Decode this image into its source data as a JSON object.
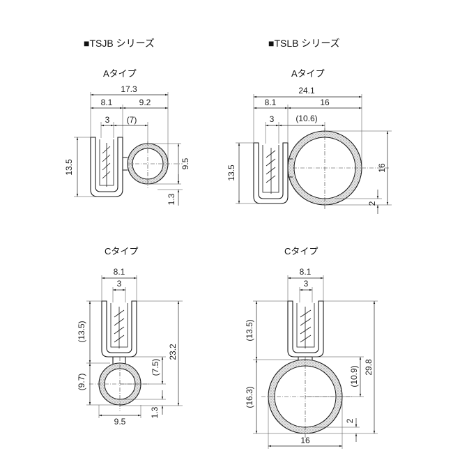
{
  "series": {
    "left": "■TSJB シリーズ",
    "right": "■TSLB シリーズ"
  },
  "panels": {
    "tsjb_a": {
      "title": "Aタイプ",
      "dims": {
        "total_w": "17.3",
        "w_left": "8.1",
        "w_right": "9.2",
        "slot": "3",
        "bulb_off": "(7)",
        "height": "13.5",
        "bulb_d": "9.5",
        "wall": "1.3"
      }
    },
    "tslb_a": {
      "title": "Aタイプ",
      "dims": {
        "total_w": "24.1",
        "w_left": "8.1",
        "w_right": "16",
        "slot": "3",
        "bulb_off": "(10.6)",
        "height": "13.5",
        "bulb_d": "16",
        "wall": "2"
      }
    },
    "tsjb_c": {
      "title": "Cタイプ",
      "dims": {
        "top_w": "8.1",
        "slot": "3",
        "clip_h": "(13.5)",
        "total_h": "23.2",
        "bulb_h": "(7.5)",
        "bulb_r": "(9.7)",
        "bulb_w": "9.5",
        "wall": "1.3"
      }
    },
    "tslb_c": {
      "title": "Cタイプ",
      "dims": {
        "top_w": "8.1",
        "slot": "3",
        "clip_h": "(13.5)",
        "total_h": "29.8",
        "bulb_h": "(10.9)",
        "bulb_r": "(16.3)",
        "bulb_w": "16",
        "wall": "2"
      }
    }
  }
}
